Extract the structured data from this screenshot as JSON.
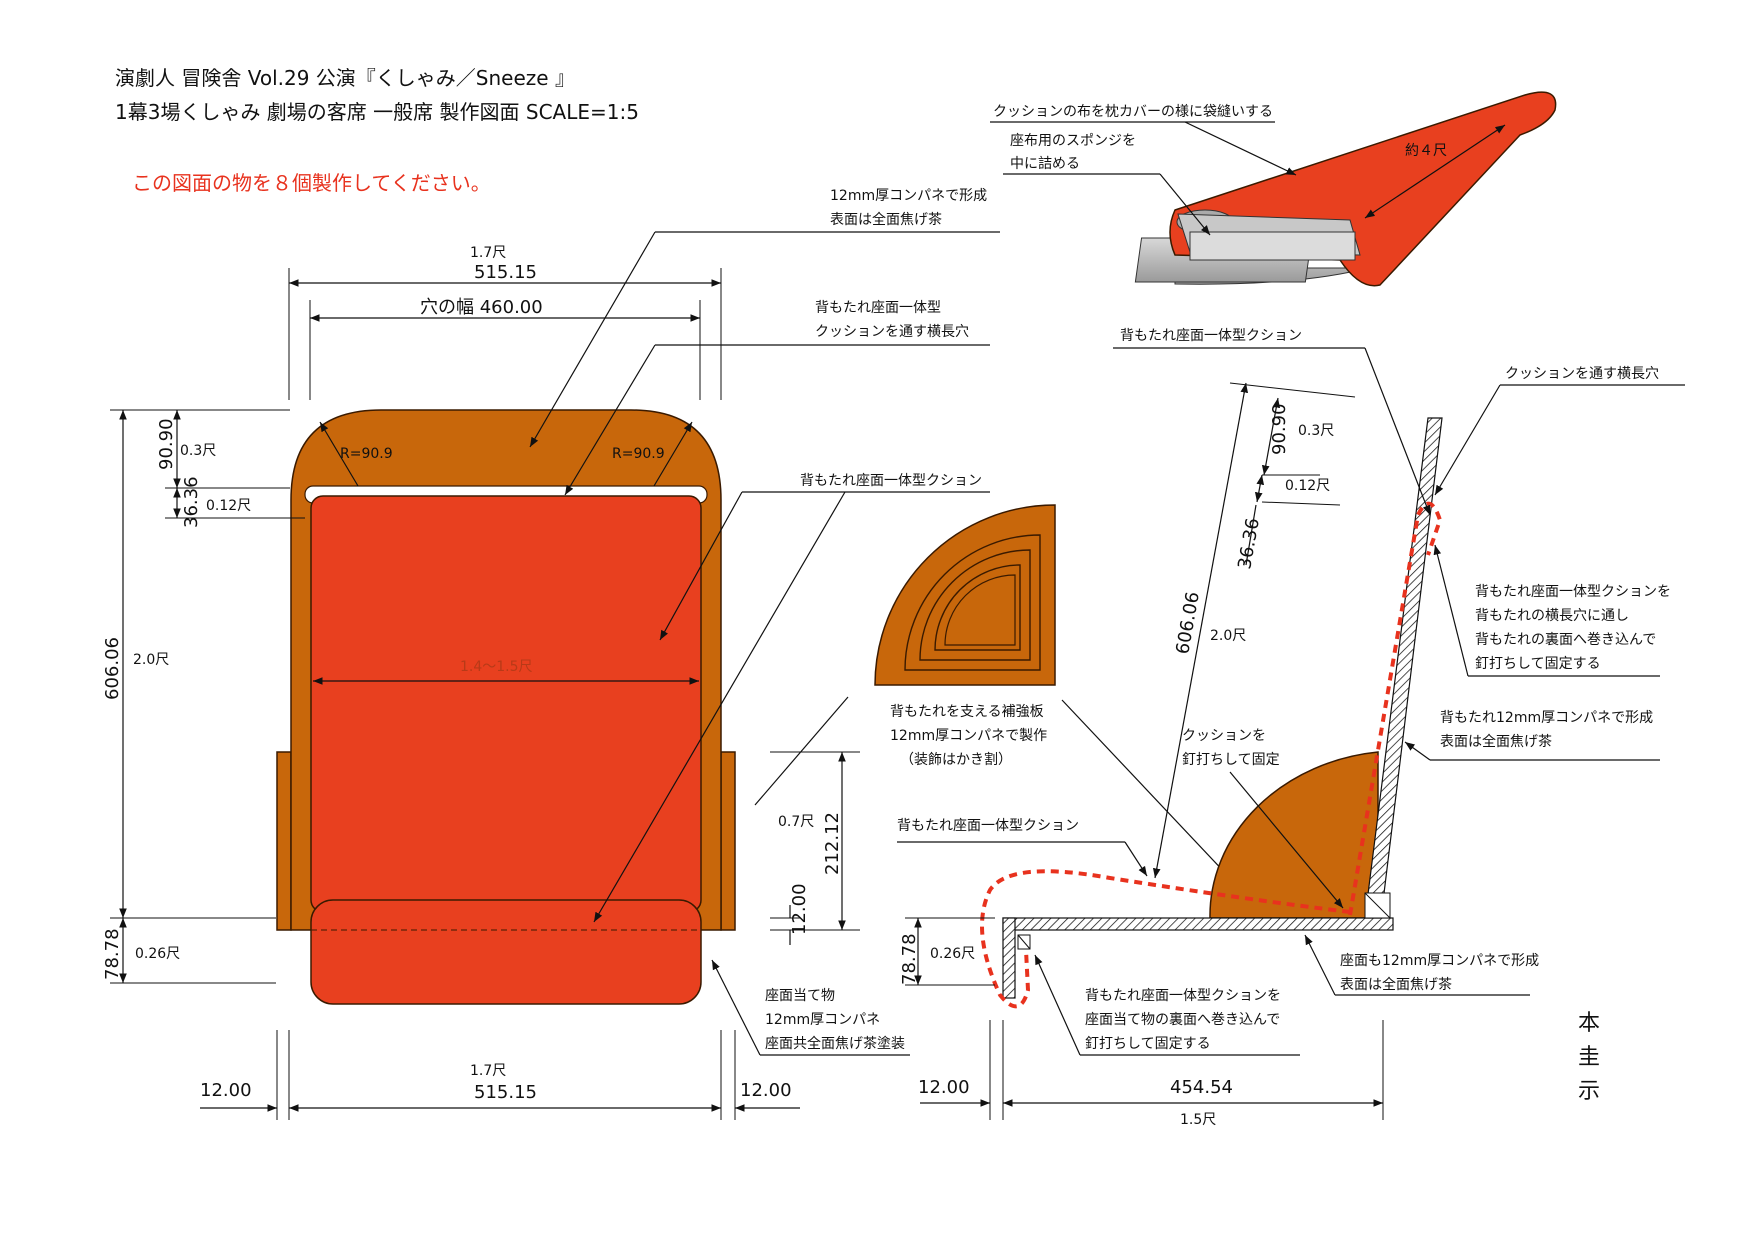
{
  "title": {
    "line1": "演劇人 冒険舎 Vol.29 公演『くしゃみ／Sneeze 』",
    "line2": "1幕3場くしゃみ 劇場の客席 一般席 製作図面   SCALE=1:5"
  },
  "instruction": "この図面の物を８個製作してください。",
  "colors": {
    "wood": "#c8670b",
    "cushion": "#e8401f",
    "note_red": "#e8321e",
    "dashed_cushion": "#e8321e"
  },
  "front_view": {
    "top_shaku": "1.7尺",
    "top_width": "515.15",
    "hole_width": "穴の幅 460.00",
    "height": "606.06",
    "height_shaku": "2.0尺",
    "dim_9090": "90.90",
    "dim_03": "0.3尺",
    "dim_3636": "36.36",
    "dim_012": "0.12尺",
    "dim_7878": "78.78",
    "dim_026": "0.26尺",
    "radius_left": "R=90.9",
    "radius_right": "R=90.9",
    "cushion_width": "1.4〜1.5尺",
    "bottom_shaku": "1.7尺",
    "bottom_width": "515.15",
    "side_left": "12.00",
    "side_right": "12.00"
  },
  "front_notes": {
    "plywood_line1": "12mm厚コンパネで形成",
    "plywood_line2": "表面は全面焦げ茶",
    "slot_line1": "背もたれ座面一体型",
    "slot_line2": "クッションを通す横長穴",
    "cushion": "背もたれ座面一体型クション",
    "seat_line1": "座面当て物",
    "seat_line2": "12mm厚コンパネ",
    "seat_line3": "座面共全面焦げ茶塗装"
  },
  "gusset": {
    "line1": "背もたれを支える補強板",
    "line2": "12mm厚コンパネで製作",
    "line3": "（装飾はかき割）",
    "dim_07": "0.7尺",
    "dim_21212": "212.12",
    "dim_1200": "12.00"
  },
  "cushion_detail": {
    "sew": "クッションの布を枕カバーの様に袋縫いする",
    "sponge_line1": "座布用のスポンジを",
    "sponge_line2": "中に詰める",
    "length": "約４尺"
  },
  "side_view": {
    "cushion_top": "背もたれ座面一体型クション",
    "slot": "クッションを通す横長穴",
    "dim_9090": "90.90",
    "dim_03": "0.3尺",
    "dim_012": "0.12尺",
    "dim_3636": "36.36",
    "dim_60606": "606.06",
    "dim_20": "2.0尺",
    "wrap_line1": "背もたれ座面一体型クションを",
    "wrap_line2": "背もたれの横長穴に通し",
    "wrap_line3": "背もたれの裏面へ巻き込んで",
    "wrap_line4": "釘打ちして固定する",
    "back_line1": "背もたれ12mm厚コンパネで形成",
    "back_line2": "表面は全面焦げ茶",
    "nail_line1": "クッションを",
    "nail_line2": "釘打ちして固定",
    "cushion_mid": "背もたれ座面一体型クション",
    "dim_7878": "78.78",
    "dim_026": "0.26尺",
    "seat_line1": "座面も12mm厚コンパネで形成",
    "seat_line2": "表面は全面焦げ茶",
    "under_line1": "背もたれ座面一体型クションを",
    "under_line2": "座面当て物の裏面へ巻き込んで",
    "under_line3": "釘打ちして固定する",
    "dim_1200": "12.00",
    "dim_45454": "454.54",
    "dim_15": "1.5尺"
  },
  "stamp": [
    "本",
    "圭",
    "示"
  ]
}
